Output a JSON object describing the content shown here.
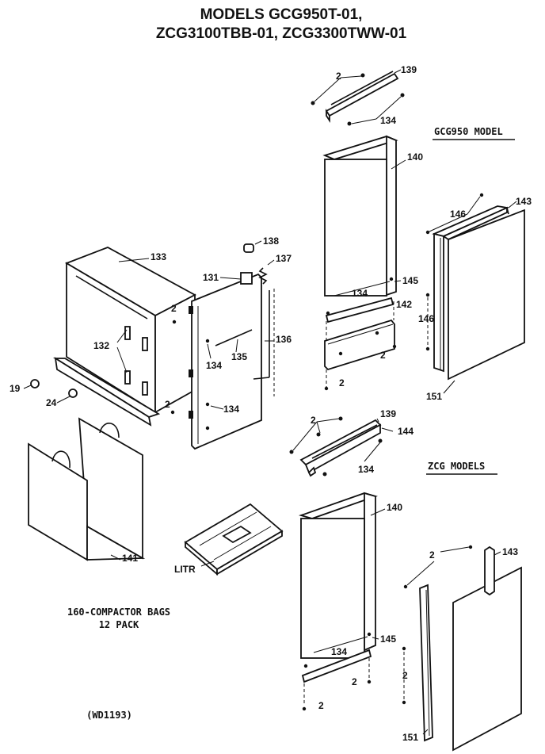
{
  "title": {
    "line1": "MODELS GCG950T-01,",
    "line2": "ZCG3100TBB-01, ZCG3300TWW-01"
  },
  "sections": {
    "gcg950": "GCG950 MODEL",
    "zcg": "ZCG MODELS"
  },
  "notes": {
    "bags_line1": "160-COMPACTOR BAGS",
    "bags_line2": "12 PACK",
    "code": "(WD1193)"
  },
  "labels": {
    "p2": "2",
    "p19": "19",
    "p24": "24",
    "p131": "131",
    "p132": "132",
    "p133": "133",
    "p134": "134",
    "p135": "135",
    "p136": "136",
    "p137": "137",
    "p138": "138",
    "p139": "139",
    "p140": "140",
    "p141": "141",
    "p142": "142",
    "p143": "143",
    "p144": "144",
    "p145": "145",
    "p146": "146",
    "p151": "151",
    "litr": "LITR"
  }
}
